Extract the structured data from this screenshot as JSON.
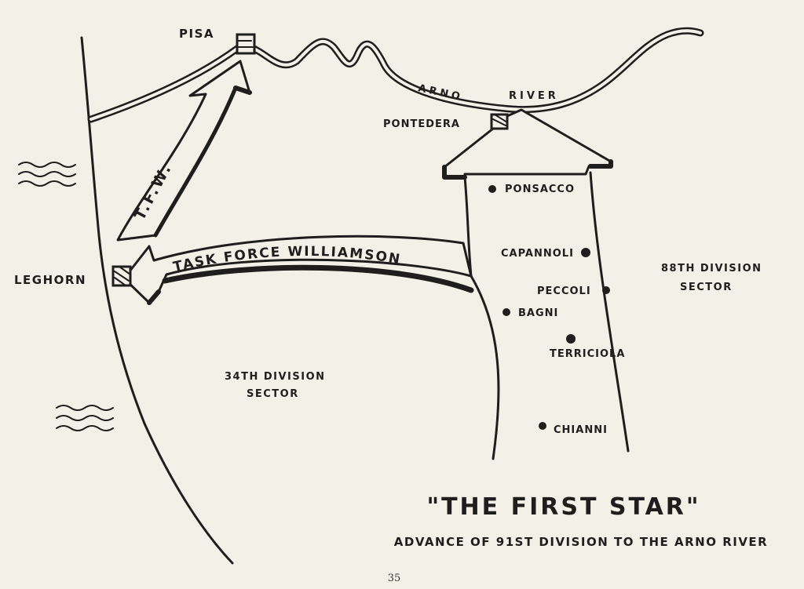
{
  "map": {
    "title": "\"THE FIRST STAR\"",
    "subtitle": "ADVANCE OF 91ST DIVISION TO THE ARNO RIVER",
    "page_number": "35",
    "river": {
      "word1": "ARNO",
      "word2": "RIVER"
    },
    "cities": {
      "pisa": "PISA",
      "pontedera": "PONTEDERA",
      "leghorn": "LEGHORN"
    },
    "towns": {
      "ponsacco": "PONSACCO",
      "capannoli": "CAPANNOLI",
      "peccoli": "PECCOLI",
      "bagni": "BAGNI",
      "terriciola": "TERRICIOLA",
      "chianni": "CHIANNI"
    },
    "sectors": {
      "div34_line1": "34TH DIVISION",
      "div34_line2": "SECTOR",
      "div88_line1": "88TH DIVISION",
      "div88_line2": "SECTOR"
    },
    "arrows": {
      "task_force": "TASK FORCE WILLIAMSON",
      "tfw": "T.F.W."
    },
    "colors": {
      "ink": "#1e1e1e",
      "paper": "#f3f0e8"
    }
  }
}
